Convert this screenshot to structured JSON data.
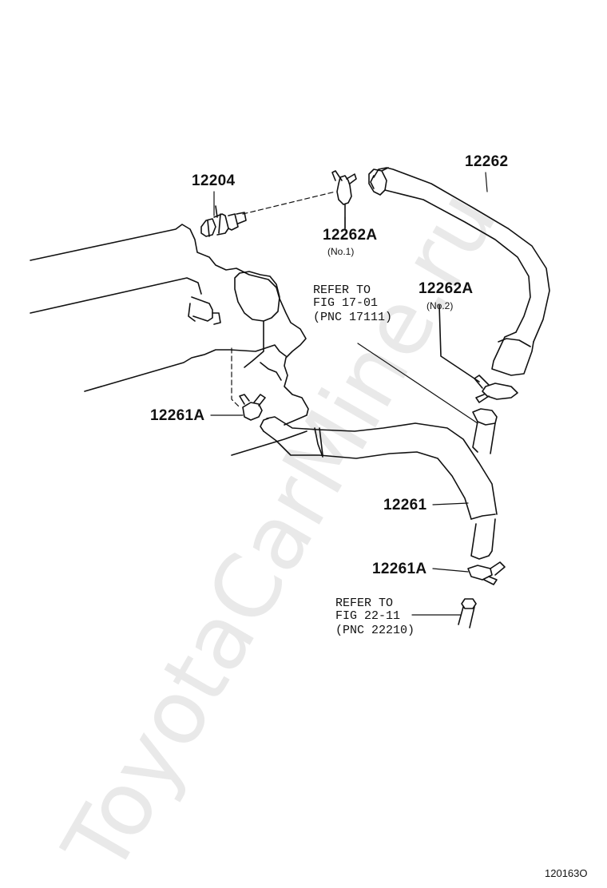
{
  "watermark": "ToyotaCarMine.ru",
  "figure_id": "120163O",
  "parts": {
    "p12204": "12204",
    "p12262": "12262",
    "p12262A_1": "12262A",
    "p12262A_1_note": "(No.1)",
    "p12262A_2": "12262A",
    "p12262A_2_note": "(No.2)",
    "p12261A_top": "12261A",
    "p12261": "12261",
    "p12261A_bottom": "12261A"
  },
  "refs": {
    "ref1": {
      "line1": "REFER TO",
      "line2": "FIG 17-01",
      "line3": "(PNC 17111)"
    },
    "ref2": {
      "line1": "REFER TO",
      "line2": "FIG 22-11",
      "line3": "(PNC 22210)"
    }
  }
}
